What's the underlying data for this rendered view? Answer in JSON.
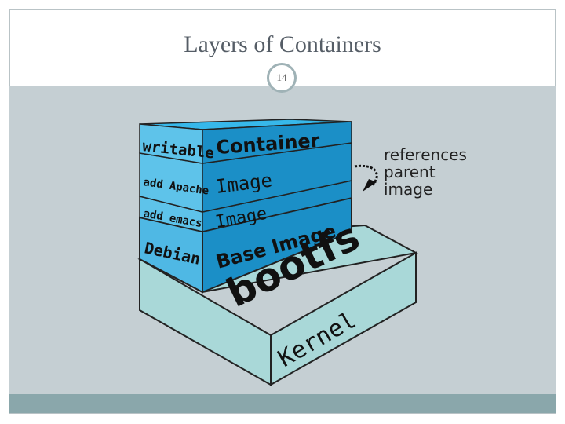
{
  "slide": {
    "title": "Layers of Containers",
    "page_number": "14"
  },
  "diagram": {
    "layers": [
      {
        "left_label": "writable",
        "face_label": "Container"
      },
      {
        "left_label": "add Apache",
        "face_label": "Image"
      },
      {
        "left_label": "add emacs",
        "face_label": "Image"
      },
      {
        "left_label": "Debian",
        "face_label": "Base Image"
      }
    ],
    "filesystem_label": "bootfs",
    "kernel_label": "Kernel",
    "annotation": {
      "line1": "references",
      "line2": "parent",
      "line3": "image"
    },
    "colors": {
      "layer_front": "#1b8fc7",
      "layer_top": "#37b8ea",
      "layer_side": "#5ec3ea",
      "kernel_fill": "#a9d8d8",
      "content_bg": "#c5cfd3",
      "footer_bar": "#8aa7ab"
    }
  }
}
